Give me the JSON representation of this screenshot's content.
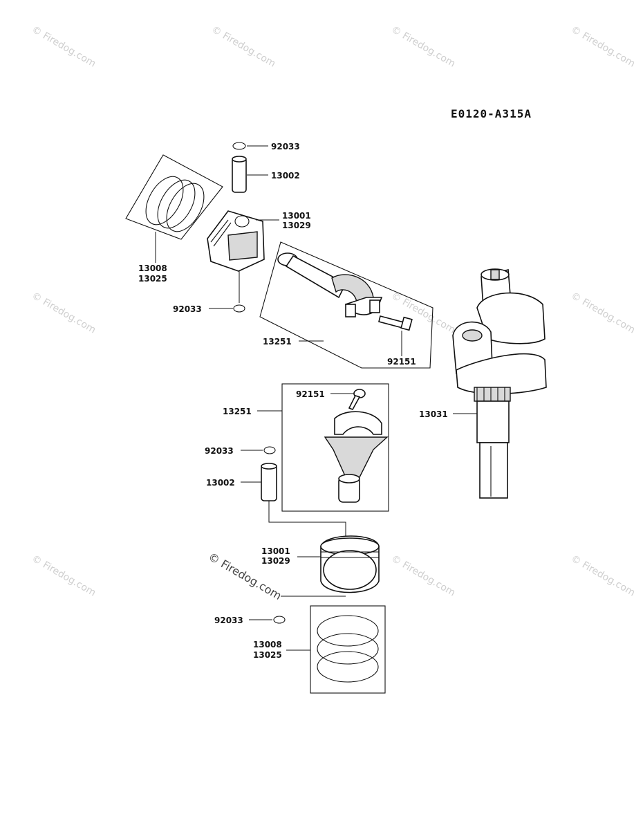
{
  "diagram_code": "E0120-A315A",
  "watermark": "© Firedog.com",
  "callouts": {
    "top_clip": "92033",
    "top_pin": "13002",
    "top_piston_a": "13001",
    "top_piston_b": "13029",
    "top_rings_a": "13008",
    "top_rings_b": "13025",
    "top_lower_clip": "92033",
    "top_rod": "13251",
    "top_bolt": "92151",
    "crankshaft": "13031",
    "low_bolt": "92151",
    "low_rod": "13251",
    "low_clip": "92033",
    "low_pin": "13002",
    "low_piston_a": "13001",
    "low_piston_b": "13029",
    "low_lower_clip": "92033",
    "low_rings_a": "13008",
    "low_rings_b": "13025"
  }
}
